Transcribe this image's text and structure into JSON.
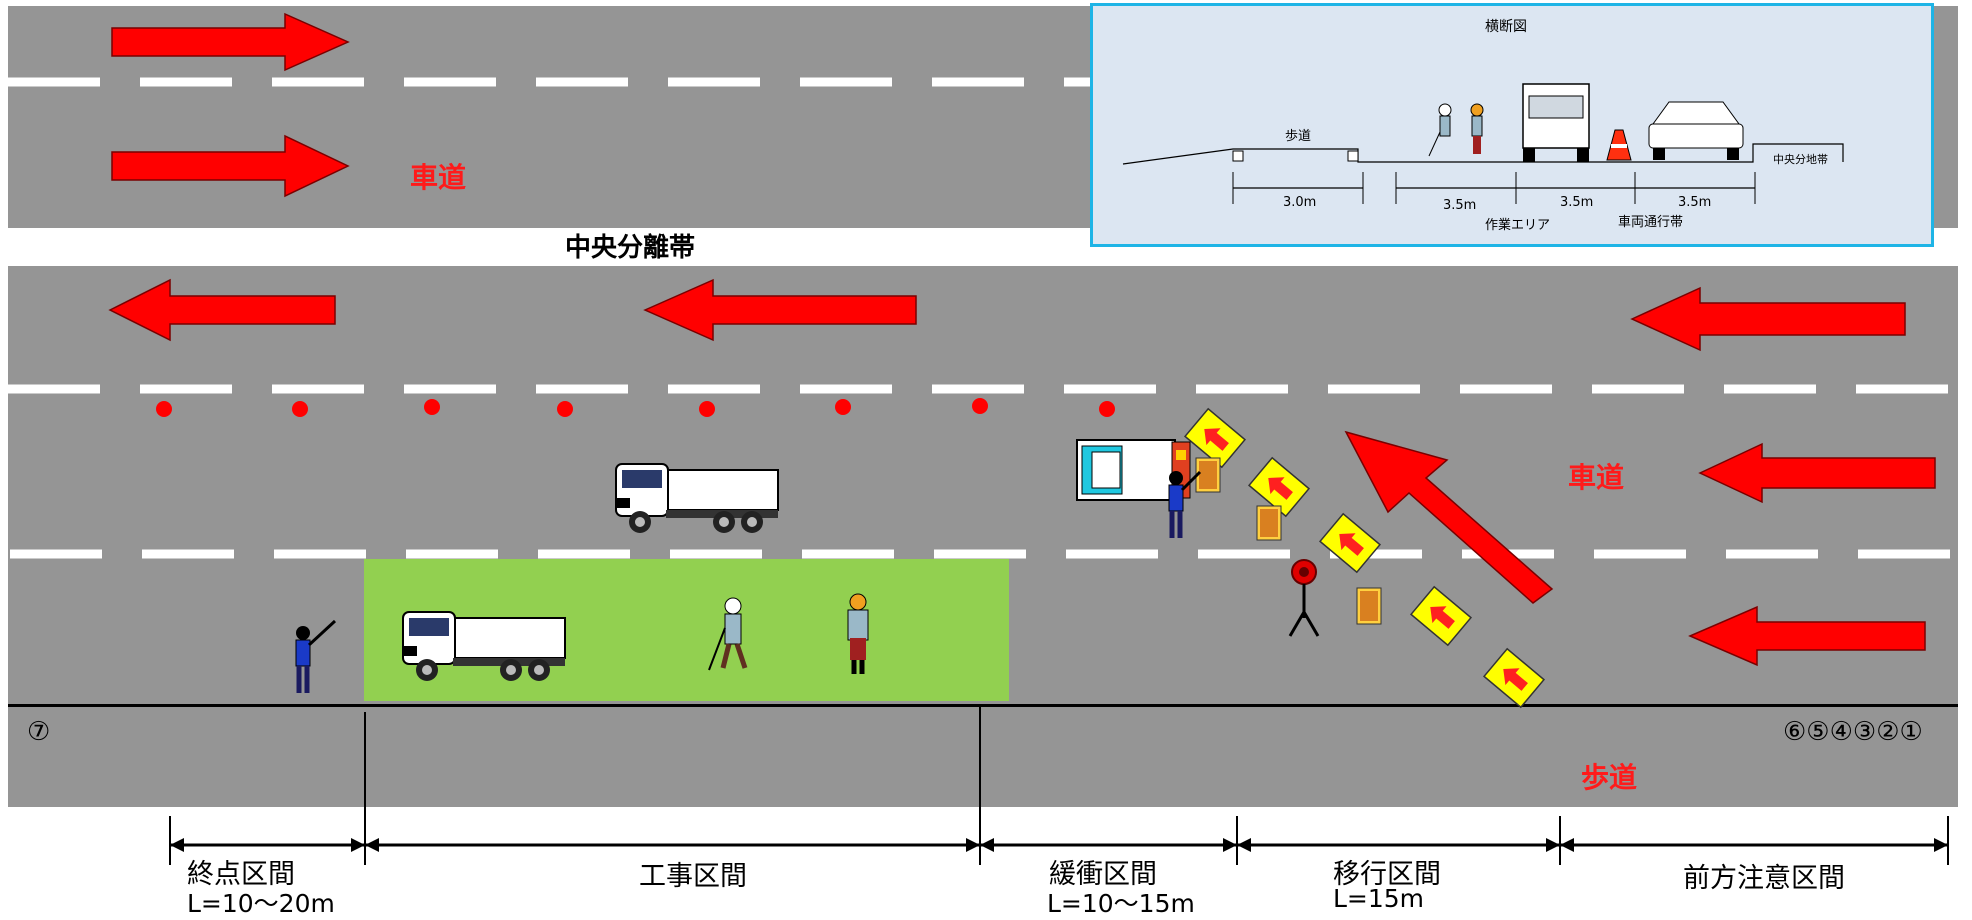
{
  "labels": {
    "roadway_top": "車道",
    "median": "中央分離帯",
    "roadway_lane": "車道",
    "sidewalk": "歩道"
  },
  "markers": {
    "end": "⑦",
    "start_sequence": "⑥⑤④③②①"
  },
  "cross_section": {
    "title": "横断図",
    "sidewalk": "歩道",
    "median": "中央分地帯",
    "width_sidewalk": "3.0m",
    "width_lane_1": "3.5m",
    "width_lane_2": "3.5m",
    "width_lane_3": "3.5m",
    "work_area": "作業エリア",
    "traffic_lane": "車両通行帯"
  },
  "sections": [
    {
      "name": "終点区間",
      "length": "L=10〜20m"
    },
    {
      "name": "工事区間",
      "length": ""
    },
    {
      "name": "緩衝区間",
      "length": "L=10〜15m"
    },
    {
      "name": "移行区間",
      "length": "L=15m"
    },
    {
      "name": "前方注意区間",
      "length": ""
    }
  ],
  "colors": {
    "road": "#959595",
    "arrow": "#ff0000",
    "work_zone": "#92d050",
    "inset_bg": "#dce6f2",
    "inset_border": "#1eb4e6",
    "cone_dot": "#ff0000",
    "sign_bg": "#ffff00"
  },
  "icons": [
    "dump-truck-icon",
    "worker-icon",
    "flagger-icon",
    "arrow-sign-icon",
    "signal-light-icon",
    "cone-icon"
  ]
}
